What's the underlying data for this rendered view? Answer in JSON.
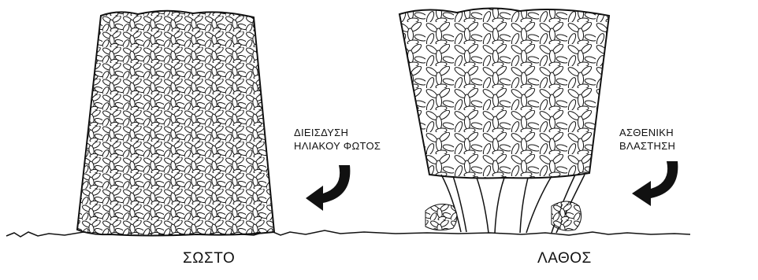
{
  "illustration": {
    "left_panel": {
      "caption": "ΣΩΣΤΟ",
      "note_line1": "ΔΙΕΙΣΔΥΣΗ",
      "note_line2": "ΗΛΙΑΚΟΥ ΦΩΤΟΣ",
      "shape": "hedge wider at base than top",
      "arrow_icon": "curved-arrow-icon"
    },
    "right_panel": {
      "caption": "ΛΑΘΟΣ",
      "note_line1": "ΑΣΘΕΝΙΚΗ",
      "note_line2": "ΒΛΑΣΤΗΣΗ",
      "shape": "hedge wider at top than base, bare stems below",
      "arrow_icon": "curved-arrow-icon"
    },
    "colors": {
      "ink": "#111111",
      "background": "#ffffff"
    }
  }
}
